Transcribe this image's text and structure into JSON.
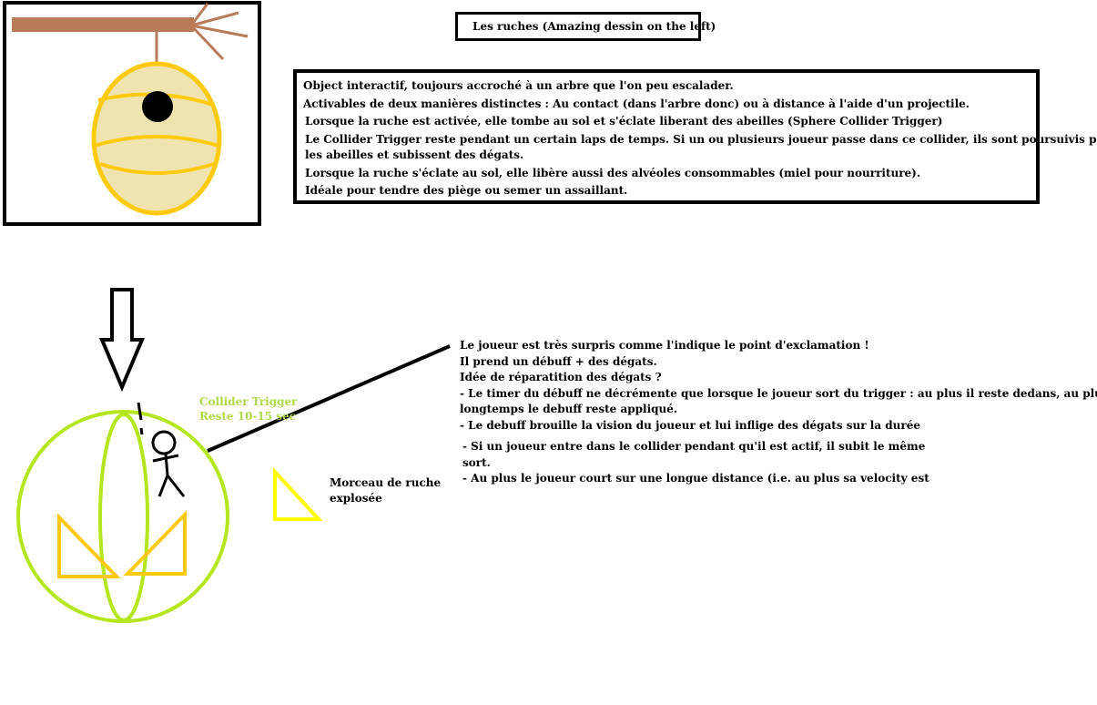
{
  "title": "Les ruches (Amazing dessin on the left)",
  "description": [
    "Object interactif, toujours accroché à un arbre que l'on peu escalader.",
    "Activables de deux manières distinctes : Au contact (dans l'arbre donc) ou à distance à l'aide d'un projectile.",
    "Lorsque la ruche est activée, elle tombe au sol et s'éclate liberant des abeilles (Sphere Collider Trigger)",
    "Le Collider Trigger reste pendant un certain laps de temps. Si un ou plusieurs joueur passe dans ce collider, ils sont poursuivis par",
    "les abeilles et subissent des dégats.",
    "Lorsque la ruche s'éclate au sol, elle libère aussi des alvéoles consommables (miel pour nourriture).",
    "Idéale pour tendre des piège ou semer un assaillant."
  ],
  "collider_label": [
    "Collider Trigger",
    "Reste 10-15 sec"
  ],
  "piece_label": [
    "Morceau de ruche",
    "explosée"
  ],
  "player_notes": [
    "Le joueur est très surpris comme l'indique le point d'exclamation !",
    "Il prend un débuff + des dégats.",
    "Idée de réparatition des dégats ?",
    "- Le timer du débuff ne décrémente que lorsque le joueur sort du trigger : au plus il reste dedans, au plus",
    "longtemps le debuff reste appliqué.",
    "- Le debuff brouille la vision du joueur et lui inflige des dégats sur la durée",
    "- Si un joueur entre dans le collider pendant qu'il est actif, il subit le même",
    "sort.",
    "- Au plus le joueur court sur une longue distance (i.e. au plus sa velocity est"
  ],
  "colors": {
    "branch": "#b97a57",
    "hive_fill": "#efe4b0",
    "hive_stroke": "#ffc90e",
    "collider": "#b5e61d",
    "piece": "#ffff00",
    "outline": "#000000"
  }
}
